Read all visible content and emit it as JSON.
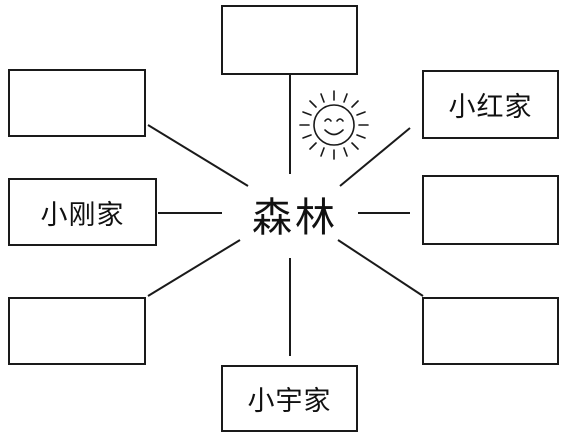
{
  "center": {
    "label": "森林"
  },
  "boxes": {
    "top": "",
    "upper_left": "",
    "upper_right": "小红家",
    "middle_left": "小刚家",
    "middle_right": "",
    "lower_left": "",
    "lower_right": "",
    "bottom": "小宇家"
  },
  "icons": {
    "sun": "sun-smiley-icon"
  },
  "colors": {
    "stroke": "#1a1a1a",
    "background": "#ffffff"
  }
}
